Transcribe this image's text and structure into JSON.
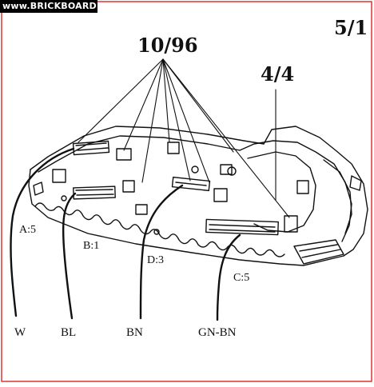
{
  "watermark": "www.BRICKBOARD.com",
  "page_ref": "5/1",
  "part_ref_main": "10/96",
  "part_ref_side": "4/4",
  "connectors": [
    {
      "label": "A:5",
      "wire": "W"
    },
    {
      "label": "B:1",
      "wire": "BL"
    },
    {
      "label": "D:3",
      "wire": "BN"
    },
    {
      "label": "C:5",
      "wire": "GN-BN"
    }
  ]
}
